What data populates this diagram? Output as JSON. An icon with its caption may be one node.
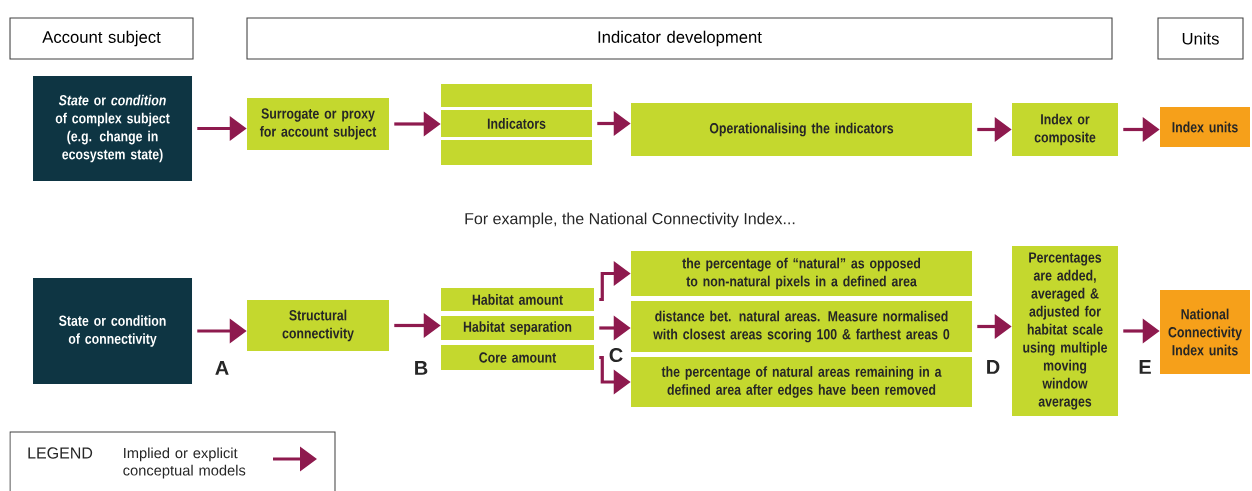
{
  "diagram": {
    "nodes": [
      {
        "text": [
          "Account subject"
        ]
      },
      {
        "text": [
          "Indicator development"
        ]
      },
      {
        "text": [
          "Units"
        ]
      },
      {
        "text": [
          "*State* or *condition* of complex subject (e.g. change in ecosystem state)"
        ]
      },
      {
        "text": [
          "Surrogate or proxy for account subject"
        ]
      },
      {
        "text": [],
        "shape": "box"
      },
      {
        "text": [
          "Indicators"
        ]
      },
      {
        "text": [],
        "shape": "box"
      },
      {
        "text": [
          "Operationalising the indicators"
        ]
      },
      {
        "text": [
          "Index or composite"
        ]
      },
      {
        "text": [
          "Index units"
        ]
      },
      {
        "text": [
          "State or condition of connectivity"
        ]
      },
      {
        "text": [
          "Structural connectivity"
        ]
      },
      {
        "text": [
          "Habitat amount"
        ]
      },
      {
        "text": [
          "Habitat separation"
        ]
      },
      {
        "text": [
          "Core amount"
        ]
      },
      {
        "text": [
          "the percentage of “natural” as opposed to non-natural pixels in a defined area"
        ]
      },
      {
        "text": [
          "distance bet. natural areas. Measure normalised with closest areas scoring 100 & farthest areas 0"
        ]
      },
      {
        "text": [
          "the percentage of natural areas remaining in a defined area after edges have been removed"
        ]
      },
      {
        "text": [
          "Percentages are added, averaged & adjusted for habitat scale using multiple moving window averages"
        ]
      },
      {
        "text": [
          "National Connectivity Index units"
        ]
      }
    ],
    "edges": [
      {
        "from": 3,
        "to": 4,
        "arrow": "to"
      },
      {
        "from": 4,
        "to": 6,
        "arrow": "to"
      },
      {
        "from": 6,
        "to": 8,
        "arrow": "to"
      },
      {
        "from": 8,
        "to": 9,
        "arrow": "to"
      },
      {
        "from": 9,
        "to": 10,
        "arrow": "to"
      },
      {
        "from": 11,
        "to": 12,
        "arrow": "to",
        "label": "A"
      },
      {
        "from": 12,
        "to": 14,
        "arrow": "to",
        "label": "B"
      },
      {
        "from": 13,
        "to": 16,
        "arrow": "to"
      },
      {
        "from": 14,
        "to": 17,
        "arrow": "to",
        "label": "C"
      },
      {
        "from": 15,
        "to": 18,
        "arrow": "to"
      },
      {
        "from": 17,
        "to": 19,
        "arrow": "to",
        "label": "D"
      },
      {
        "from": 19,
        "to": 20,
        "arrow": "to",
        "label": "E"
      }
    ],
    "labels": [
      "For example, the National Connectivity Index...",
      "LEGEND"
    ],
    "legend": [
      {
        "text": "Implied or explicit conceptual models"
      }
    ]
  }
}
